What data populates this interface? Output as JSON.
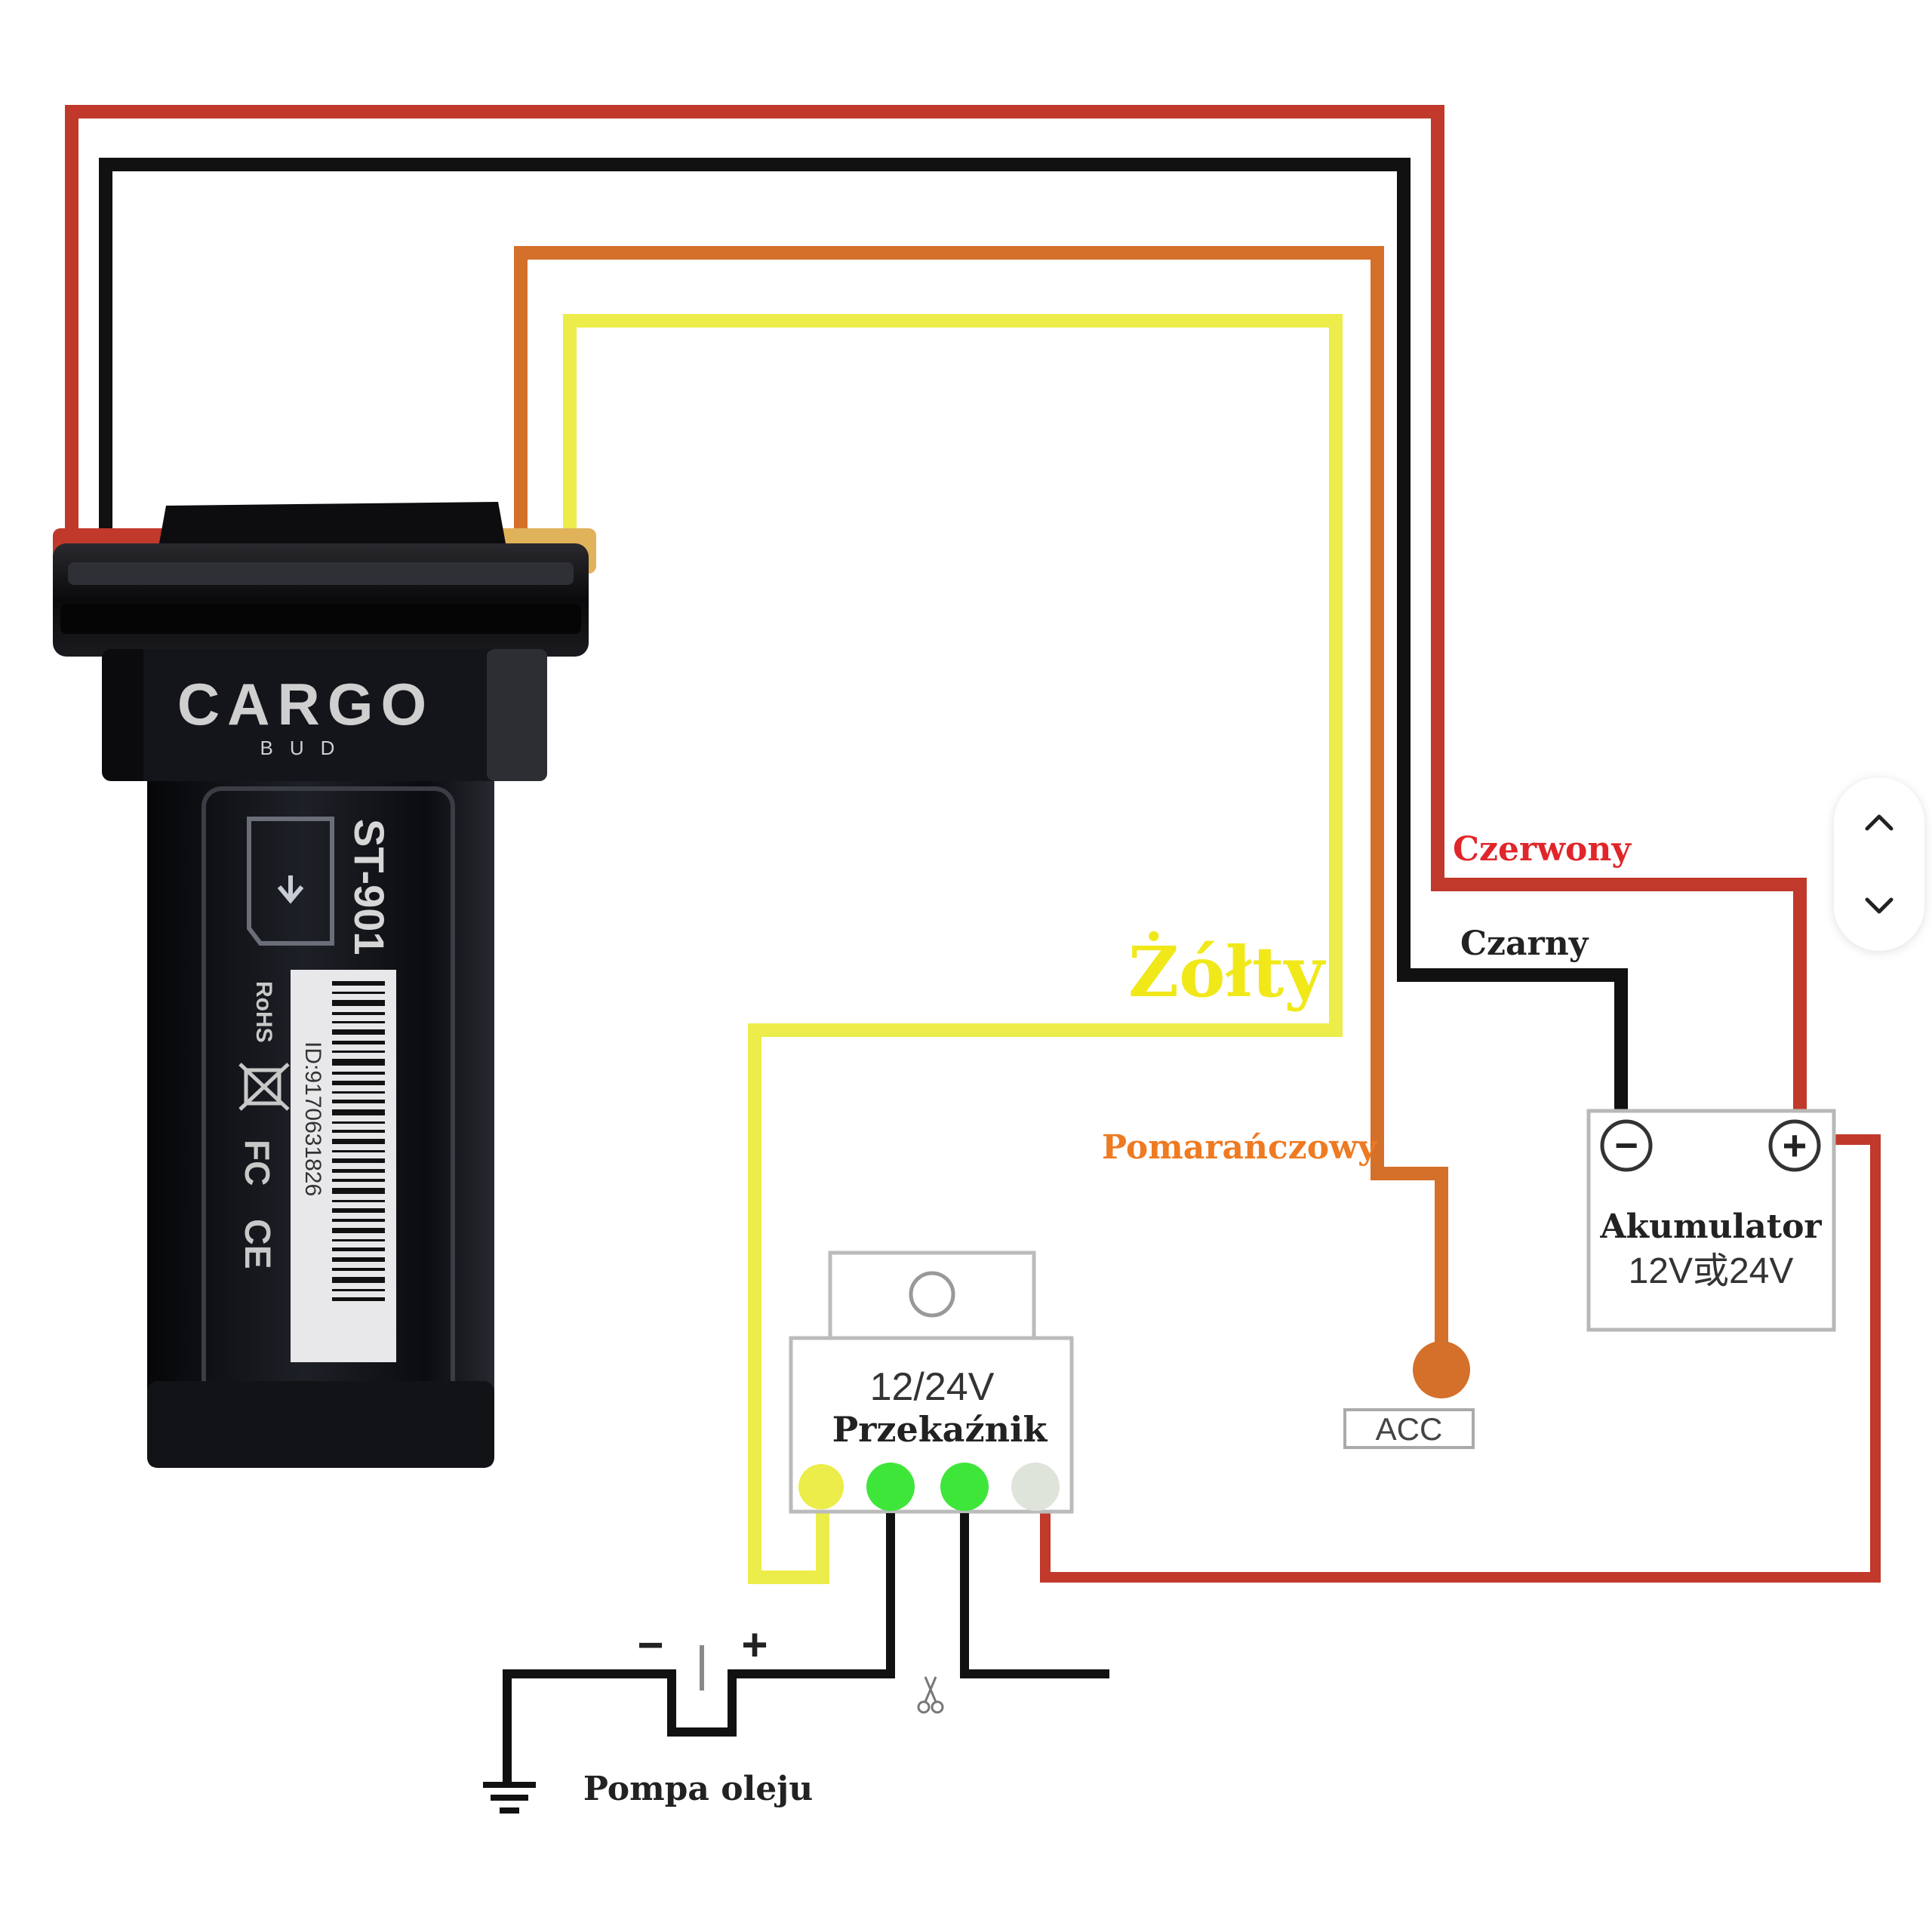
{
  "device": {
    "brand": "CARGO",
    "brand_sub": "BUD",
    "model": "ST-901",
    "barcode_id": "ID:9170631826",
    "marks": [
      "RoHS",
      "FC",
      "CE"
    ]
  },
  "wires": {
    "yellow_label": "Żółty",
    "orange_label": "Pomarańczowy",
    "red_label": "Czerwony",
    "black_label": "Czarny"
  },
  "battery": {
    "minus": "−",
    "plus": "+",
    "title": "Akumulator",
    "voltage": "12V或24V"
  },
  "relay": {
    "voltage": "12/24V",
    "title": "Przekaźnik"
  },
  "acc": {
    "label": "ACC"
  },
  "pump": {
    "label": "Pompa oleju",
    "minus": "−",
    "plus": "+"
  },
  "colors": {
    "red": "#c0392b",
    "black": "#111111",
    "orange": "#d4702a",
    "yellow": "#ecec4a",
    "yellow_text": "#f1e81a",
    "orange_text": "#ee7a22",
    "red_text": "#e0262a",
    "green": "#3ee63a"
  },
  "nav": {
    "up_icon": "chevron-up-icon",
    "down_icon": "chevron-down-icon"
  }
}
